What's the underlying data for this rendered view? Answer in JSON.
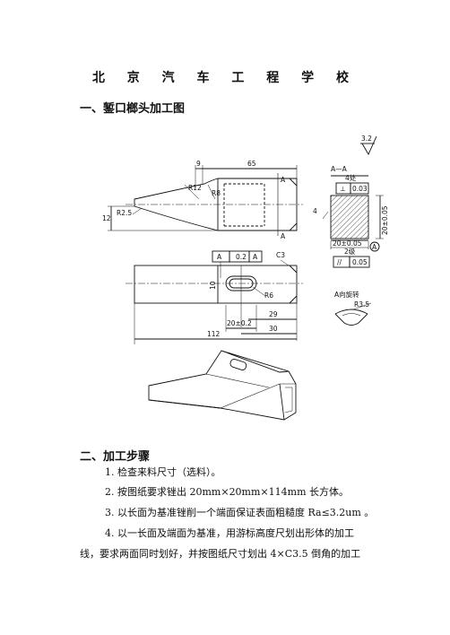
{
  "title": "北 京 汽 车 工 程 学 校",
  "sections": [
    {
      "heading": "一、錾口榔头加工图"
    },
    {
      "heading": "二、加工步骤"
    }
  ],
  "steps": [
    "1.  检查来料尺寸（选料）。",
    "2.  按图纸要求锉出 20mm×20mm×114mm 长方体。",
    "3.  以长面为基准锉削一个端面保证表面粗糙度 Ra≤3.2um  。",
    "4.  以一长面及端面为基准，用游标高度尺划出形体的加工",
    "线，要求两面同时划好，并按图纸尺寸划出 4×C3.5 倒角的加工"
  ],
  "drawing": {
    "roughness": "3.2",
    "dims": {
      "d9": "9",
      "d65": "65",
      "dR12": "R12",
      "dR8": "R8",
      "dR25": "R2.5",
      "d12": "12",
      "dA": "A",
      "dflat": "0.2",
      "dC3": "C3",
      "d10": "10",
      "dR6": "R6",
      "d20tol": "20±0.2",
      "d29": "29",
      "d30": "30",
      "d112": "112",
      "secAA": "A—A",
      "d4chu": "4处",
      "dperp": "⊥",
      "d003": "0.03",
      "d20v": "20±0.05",
      "d20h": "20±0.05",
      "d2ji": "2级",
      "dpar": "//",
      "d005": "0.05",
      "rotA": "A向旋转",
      "dR35": "R3.5",
      "d4": "4"
    }
  }
}
